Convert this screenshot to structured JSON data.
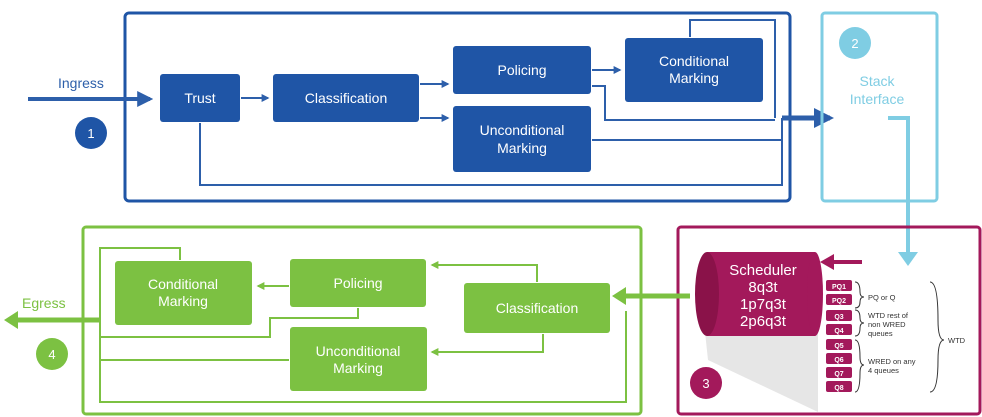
{
  "colors": {
    "blue": "#1f55a6",
    "blue_arrow": "#2d5faa",
    "light_blue": "#7fcde3",
    "green": "#7cc142",
    "magenta": "#a3195b",
    "white": "#ffffff"
  },
  "ingress": {
    "label": "Ingress",
    "step": "1",
    "trust": "Trust",
    "classification": "Classification",
    "policing": "Policing",
    "conditional_marking": [
      "Conditional",
      "Marking"
    ],
    "unconditional_marking": [
      "Unconditional",
      "Marking"
    ]
  },
  "stack": {
    "step": "2",
    "label": [
      "Stack",
      "Interface"
    ]
  },
  "queueing": {
    "step": "3",
    "scheduler": [
      "Scheduler",
      "8q3t",
      "1p7q3t",
      "2p6q3t"
    ],
    "queues": [
      "PQ1",
      "PQ2",
      "Q3",
      "Q4",
      "Q5",
      "Q6",
      "Q7",
      "Q8"
    ],
    "pq_note": "PQ or Q",
    "wtd_note": [
      "WTD rest of",
      "non WRED",
      "queues"
    ],
    "wred_note": [
      "WRED on any",
      "4 queues"
    ],
    "wtd_label": "WTD"
  },
  "egress": {
    "label": "Egress",
    "step": "4",
    "classification": "Classification",
    "policing": "Policing",
    "conditional_marking": [
      "Conditional",
      "Marking"
    ],
    "unconditional_marking": [
      "Unconditional",
      "Marking"
    ]
  }
}
